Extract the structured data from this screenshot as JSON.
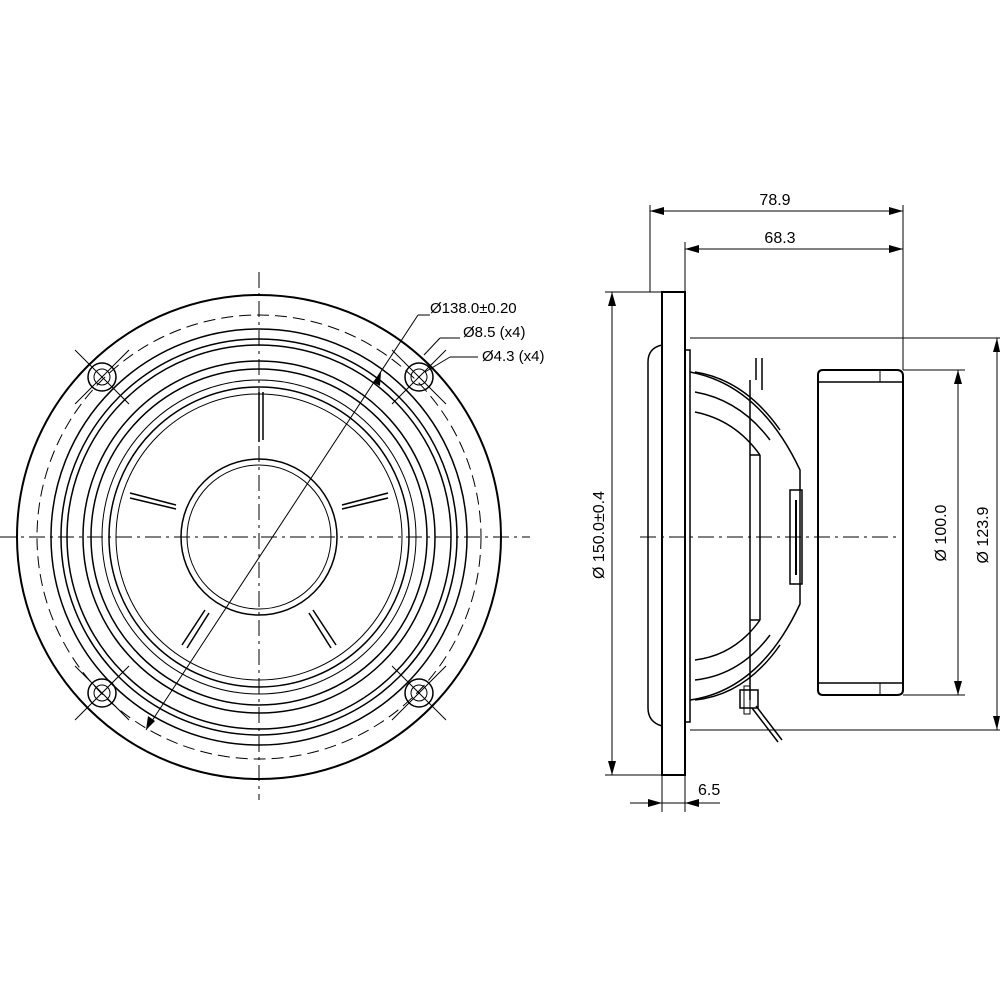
{
  "dimensions": {
    "d_138": "Ø138.0±0.20",
    "d_8_5": "Ø8.5 (x4)",
    "d_4_3": "Ø4.3 (x4)",
    "d_150": "Ø 150.0±0.4",
    "d_100": "Ø 100.0",
    "d_123_9": "Ø 123.9",
    "len_78_9": "78.9",
    "len_68_3": "68.3",
    "len_6_5": "6.5"
  }
}
